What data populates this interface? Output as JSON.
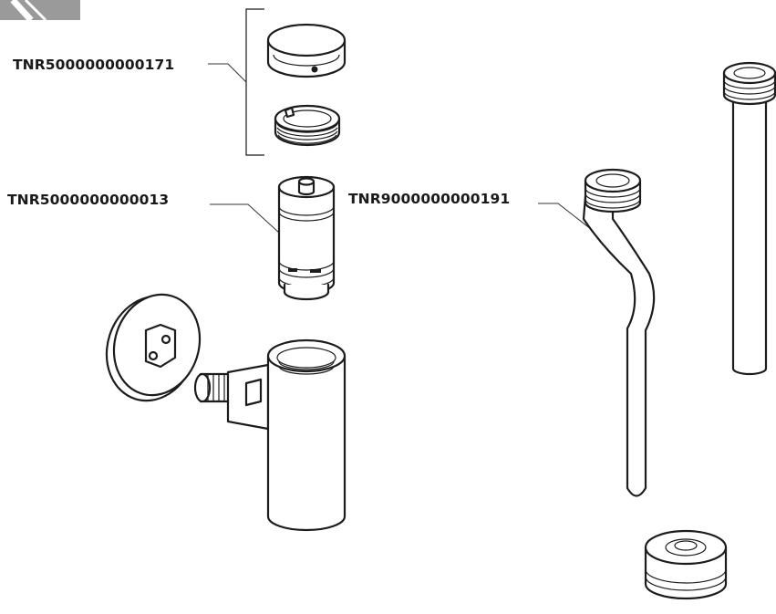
{
  "labels": {
    "cap_set": "TNR5000000000171",
    "cartridge": "TNR5000000000013",
    "bent_pipe": "TNR9000000000191"
  },
  "colors": {
    "line": "#1c1c1c",
    "corner_tab": "#9a9a9a"
  }
}
